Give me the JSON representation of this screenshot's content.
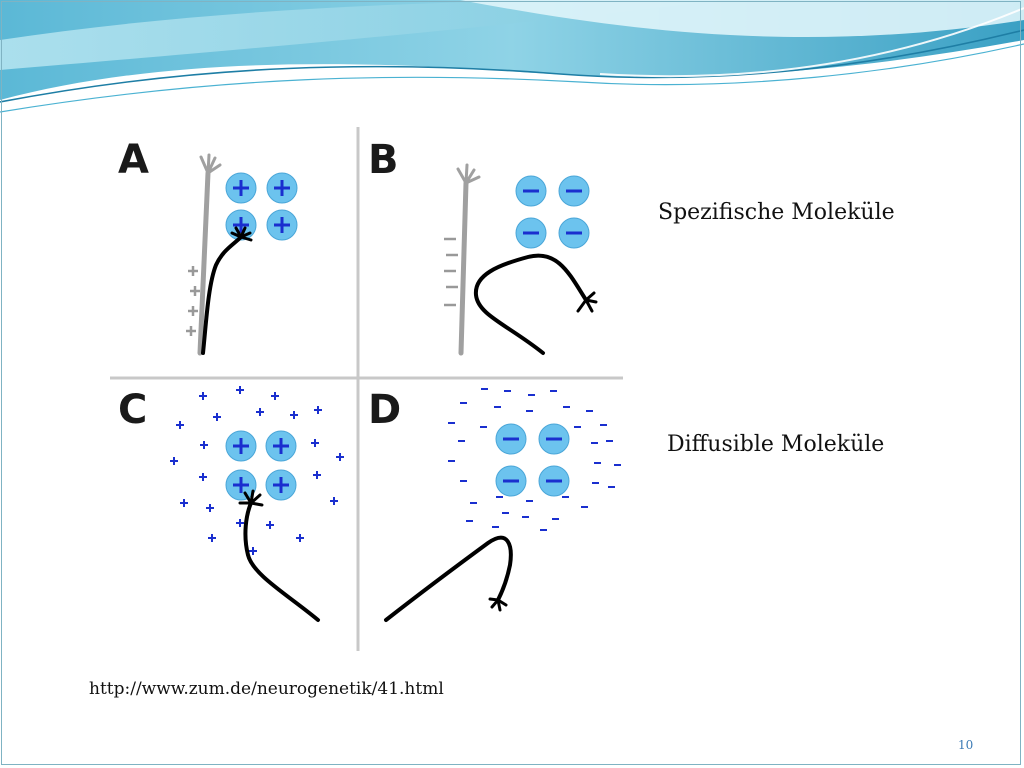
{
  "figure": {
    "panels": [
      {
        "id": "a",
        "label": "A"
      },
      {
        "id": "b",
        "label": "B"
      },
      {
        "id": "c",
        "label": "C"
      },
      {
        "id": "d",
        "label": "D"
      }
    ],
    "colors": {
      "molecule_fill": "#6cc3ee",
      "molecule_stroke": "#4aa6d8",
      "sign": "#1a2fcf",
      "axon": "#000000",
      "guidepost": "#a0a0a0",
      "divider": "#c8c8c8"
    }
  },
  "captions": {
    "specific": "Spezifische Moleküle",
    "diffusible": "Diffusible Moleküle"
  },
  "source": {
    "url": "http://www.zum.de/neurogenetik/41.html"
  },
  "slide": {
    "page_number": "10"
  },
  "theme": {
    "banner_colors": [
      "#2f8fb0",
      "#6cc4dc",
      "#a9e1ee"
    ]
  }
}
